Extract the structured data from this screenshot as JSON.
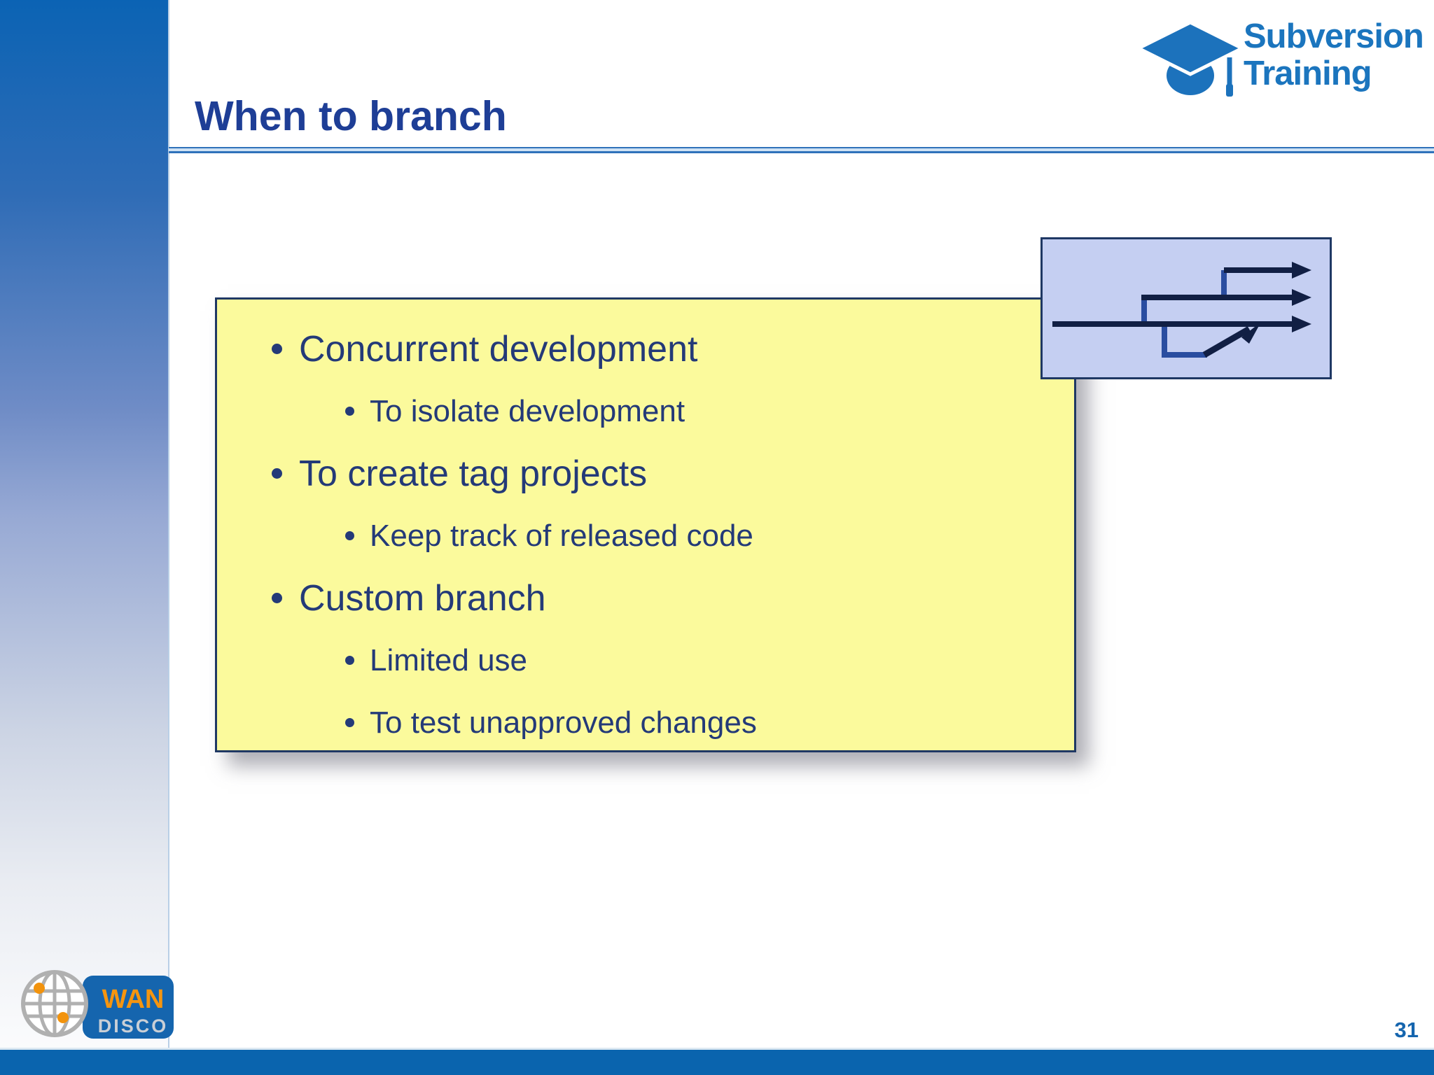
{
  "slide": {
    "title": "When to branch",
    "page_number": "31"
  },
  "header_logo": {
    "line1": "Subversion",
    "line2": "Training",
    "icon": "graduation-cap-icon"
  },
  "content_box": {
    "bullets": [
      {
        "level": 1,
        "label": "Concurrent development"
      },
      {
        "level": 2,
        "label": "To isolate development"
      },
      {
        "level": 1,
        "label": "To create tag projects"
      },
      {
        "level": 2,
        "label": "Keep track of released code"
      },
      {
        "level": 1,
        "label": "Custom branch"
      },
      {
        "level": 2,
        "label": "Limited use"
      },
      {
        "level": 2,
        "label": "To test unapproved changes"
      }
    ]
  },
  "diagram": {
    "icon": "branch-merge-arrows-icon",
    "description": "trunk with two branches splitting off and one branch merging back"
  },
  "footer_logo": {
    "line1": "WAN",
    "line2": "DISCO",
    "icon": "globe-icon"
  },
  "colors": {
    "title_blue": "#1e3e96",
    "bullet_navy": "#243a78",
    "box_yellow": "#fbfa9c",
    "box_border_navy": "#1f3864",
    "diagram_fill": "#c5cff2",
    "sidebar_top_blue": "#0b63b4",
    "footer_bar_blue": "#0a64ae",
    "logo_blue": "#1b75be",
    "wandisco_orange": "#f5950f"
  }
}
